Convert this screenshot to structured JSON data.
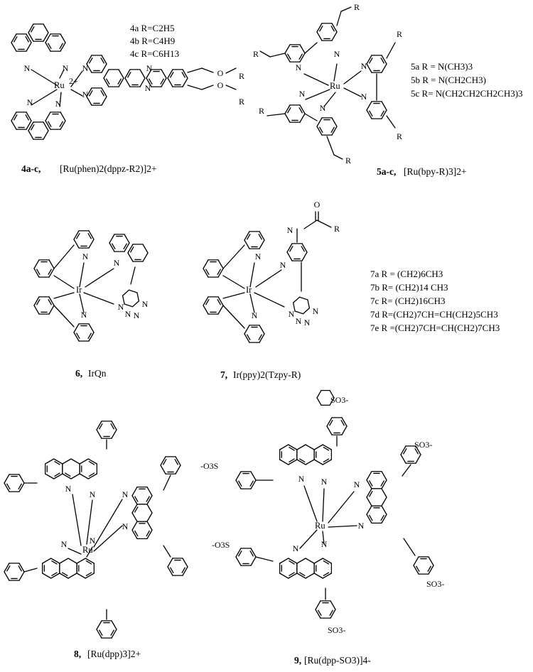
{
  "compounds": {
    "c4": {
      "caption_id": "4a-c,",
      "caption": "[Ru(phen)2(dppz-R2)]2+",
      "metal": "Ru",
      "charge": "2+",
      "variants": [
        "4a R=C2H5",
        "4b R=C4H9",
        "4c R=C6H13"
      ]
    },
    "c5": {
      "caption_id": "5a-c,",
      "caption": "[Ru(bpy-R)3]2+",
      "metal": "Ru",
      "variants": [
        "5a R = N(CH3)3",
        "5b R = N(CH2CH3)",
        "5c R= N(CH2CH2CH2CH3)3"
      ]
    },
    "c6": {
      "caption_id": "6,",
      "caption": "IrQn",
      "metal": "Ir"
    },
    "c7": {
      "caption_id": "7,",
      "caption": "Ir(ppy)2(Tzpy-R)",
      "metal": "Ir",
      "variants": [
        "7a R = (CH2)6CH3",
        "7b R= (CH2)14 CH3",
        "7c R= (CH2)16CH3",
        "7d R=(CH2)7CH=CH(CH2)5CH3",
        "7e R =(CH2)7CH=CH(CH2)7CH3"
      ]
    },
    "c8": {
      "caption_id": "8,",
      "caption": "[Ru(dpp)3]2+",
      "metal": "Ru"
    },
    "c9": {
      "caption_id": "9,",
      "caption": "[Ru(dpp-SO3)]4-",
      "metal": "Ru",
      "sulfonate": "SO3-",
      "sulfonate_rev": "-O3S"
    }
  },
  "atoms": {
    "N": "N",
    "O": "O",
    "R": "R"
  }
}
